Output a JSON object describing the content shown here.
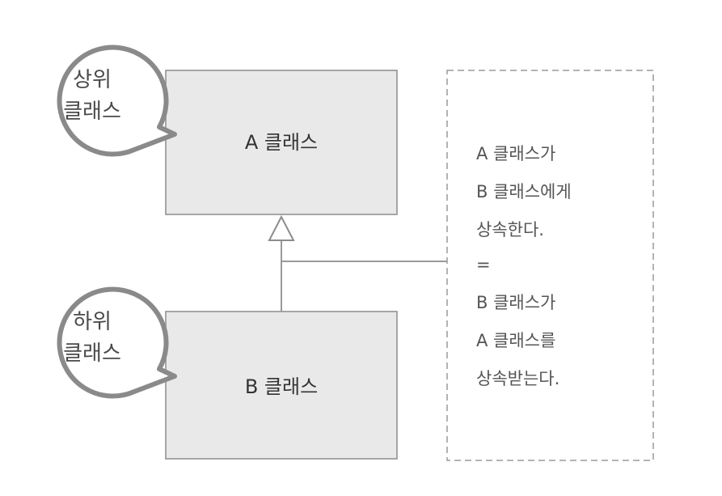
{
  "superclass": {
    "callout": [
      "상위",
      "클래스"
    ],
    "box_label": "A 클래스"
  },
  "subclass": {
    "callout": [
      "하위",
      "클래스"
    ],
    "box_label": "B 클래스"
  },
  "note": {
    "lines": [
      "A 클래스가",
      "B 클래스에게",
      "상속한다.",
      "=",
      "B 클래스가",
      "A 클래스를",
      "상속받는다."
    ]
  },
  "colors": {
    "box_fill": "#e9e9e9",
    "box_stroke": "#8c8c8c",
    "callout_stroke": "#8a8a8a",
    "line": "#9a9a9a",
    "note_border": "#9a9a9a"
  }
}
